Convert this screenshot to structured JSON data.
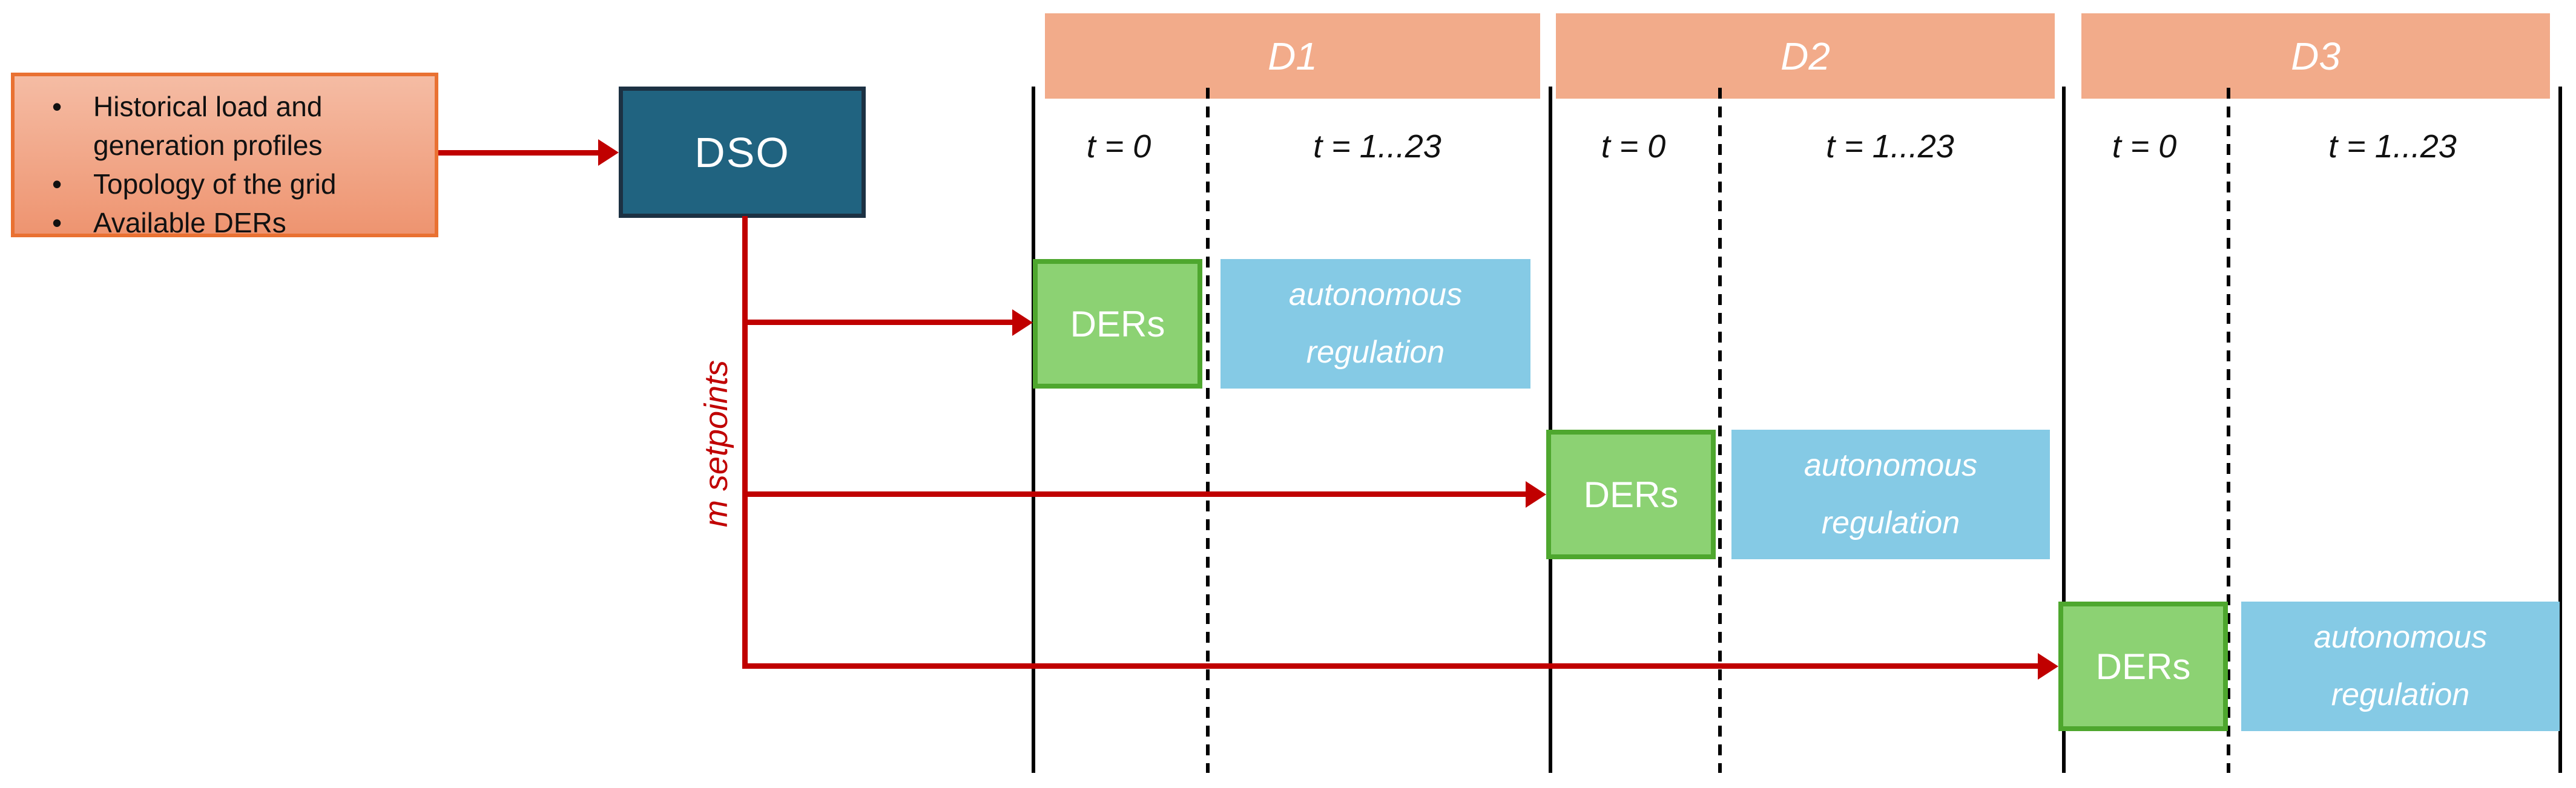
{
  "colors": {
    "red": "#C00000",
    "salmon": "#F2AB8A",
    "orange-border": "#E97132",
    "peach-top": "#F5BCA4",
    "peach-bottom": "#EE9470",
    "dso-fill": "#206380",
    "dso-border": "#1C3143",
    "green-fill": "#8CD273",
    "green-border": "#4EA72E",
    "blue-fill": "#85CAE5",
    "line-black": "#000000",
    "text-black": "#111111"
  },
  "input_box": {
    "items": [
      "Historical load and generation profiles",
      "Topology of the grid",
      "Available DERs"
    ]
  },
  "dso": {
    "label": "DSO"
  },
  "setpoints": {
    "label": "m setpoints"
  },
  "days": [
    {
      "label": "D1",
      "t0": "t = 0",
      "t_rest": "t = 1...23",
      "ders": "DERs",
      "regulation": "autonomous regulation"
    },
    {
      "label": "D2",
      "t0": "t = 0",
      "t_rest": "t = 1...23",
      "ders": "DERs",
      "regulation": "autonomous regulation"
    },
    {
      "label": "D3",
      "t0": "t = 0",
      "t_rest": "t = 1...23",
      "ders": "DERs",
      "regulation": "autonomous regulation"
    }
  ]
}
